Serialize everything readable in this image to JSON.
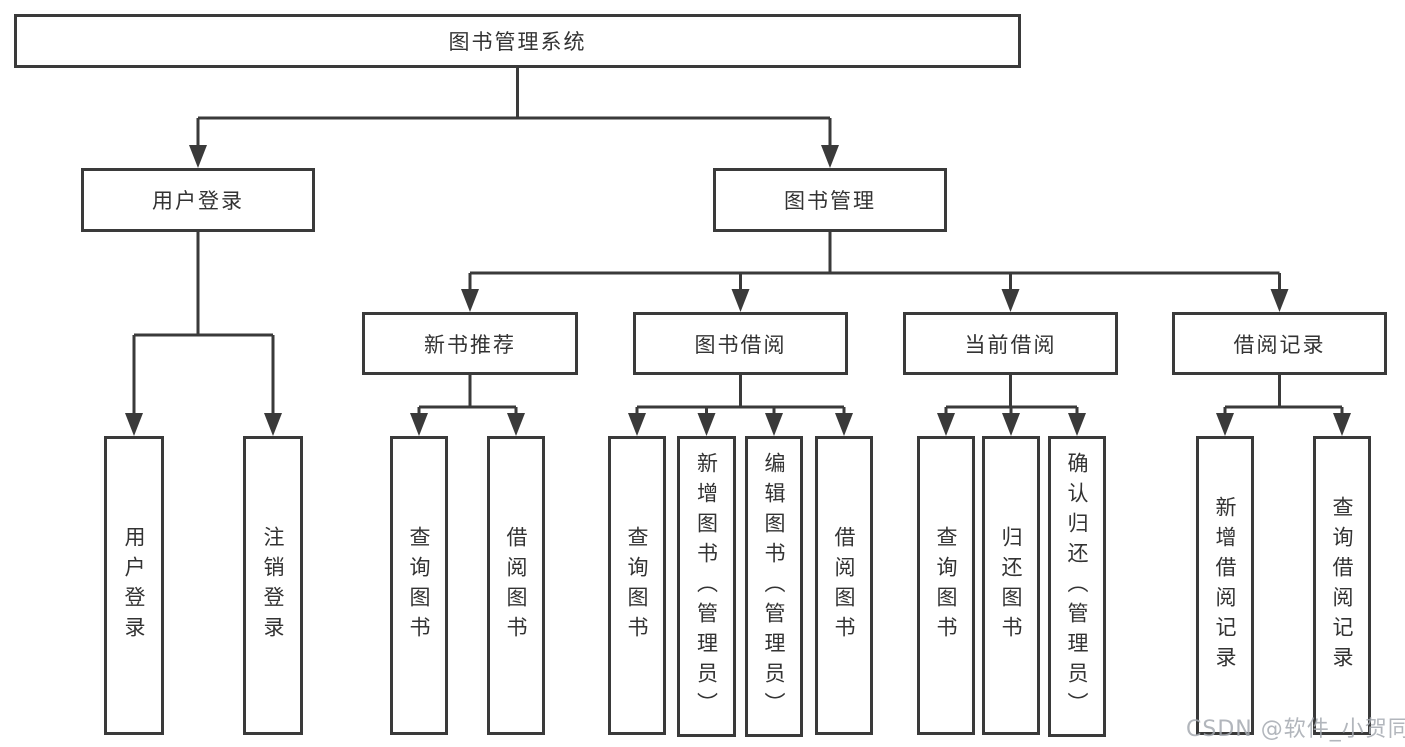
{
  "nodes": {
    "root": "图书管理系统",
    "user_login": "用户登录",
    "book_mgmt": "图书管理",
    "new_book_rec": "新书推荐",
    "book_borrow": "图书借阅",
    "current_borrow": "当前借阅",
    "borrow_records": "借阅记录",
    "ul_login": "用户登录",
    "ul_logout": "注销登录",
    "nb_query": "查询图书",
    "nb_borrow": "借阅图书",
    "bb_query": "查询图书",
    "bb_add": "新增图书（管理员）",
    "bb_edit": "编辑图书（管理员）",
    "bb_borrow": "借阅图书",
    "cb_query": "查询图书",
    "cb_return": "归还图书",
    "cb_confirm": "确认归还（管理员）",
    "br_add": "新增借阅记录",
    "br_query": "查询借阅记录"
  },
  "hierarchy": {
    "图书管理系统": [
      "用户登录",
      "图书管理"
    ],
    "用户登录": [
      "用户登录",
      "注销登录"
    ],
    "图书管理": [
      "新书推荐",
      "图书借阅",
      "当前借阅",
      "借阅记录"
    ],
    "新书推荐": [
      "查询图书",
      "借阅图书"
    ],
    "图书借阅": [
      "查询图书",
      "新增图书（管理员）",
      "编辑图书（管理员）",
      "借阅图书"
    ],
    "当前借阅": [
      "查询图书",
      "归还图书",
      "确认归还（管理员）"
    ],
    "借阅记录": [
      "新增借阅记录",
      "查询借阅记录"
    ]
  },
  "watermark": "CSDN @软件_小贺同学",
  "colors": {
    "line": "#3a3a3a",
    "text": "#333333",
    "watermark": "#a4a9b0",
    "background": "#ffffff"
  }
}
